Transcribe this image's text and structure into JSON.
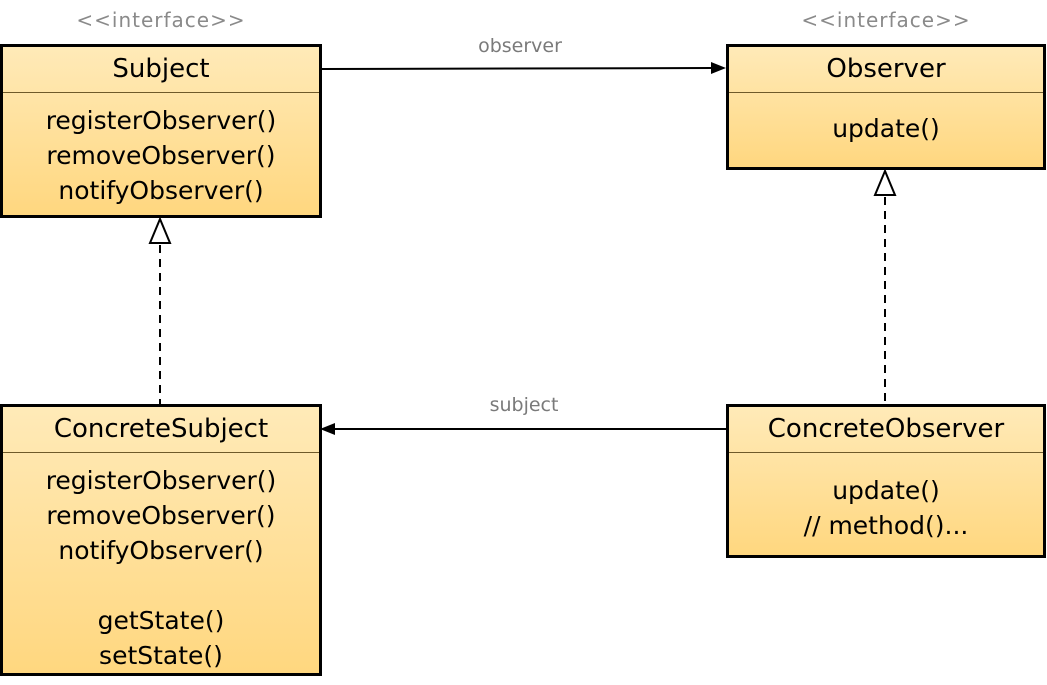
{
  "stereotypes": {
    "subject": "<<interface>>",
    "observer": "<<interface>>"
  },
  "classes": {
    "subject": {
      "name": "Subject",
      "methods": [
        "registerObserver()",
        "removeObserver()",
        "notifyObserver()"
      ]
    },
    "observer": {
      "name": "Observer",
      "methods": [
        "update()"
      ]
    },
    "concrete_subject": {
      "name": "ConcreteSubject",
      "methods": [
        "registerObserver()",
        "removeObserver()",
        "notifyObserver()",
        "",
        "getState()",
        "setState()"
      ]
    },
    "concrete_observer": {
      "name": "ConcreteObserver",
      "methods": [
        "update()",
        "// method()..."
      ]
    }
  },
  "associations": {
    "observer": "observer",
    "subject": "subject"
  },
  "colors": {
    "box_fill_top": "#ffeab8",
    "box_fill_bottom": "#ffd77f",
    "border": "#000000",
    "label_gray": "#7a7a7a"
  }
}
